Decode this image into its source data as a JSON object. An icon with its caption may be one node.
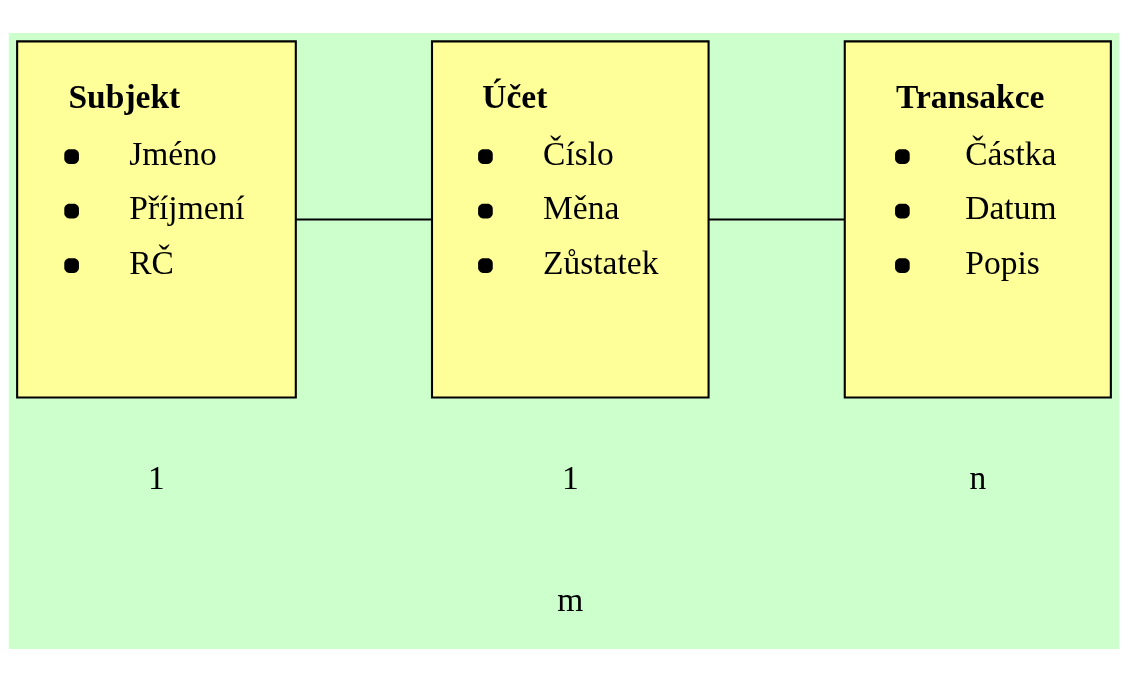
{
  "diagram": {
    "nodes": [
      {
        "text": [
          "Subjekt",
          "Jméno",
          "Příjmení",
          "RČ"
        ]
      },
      {
        "text": [
          "Účet",
          "Číslo",
          "Měna",
          "Zůstatek"
        ]
      },
      {
        "text": [
          "Transakce",
          "Částka",
          "Datum",
          "Popis"
        ]
      }
    ],
    "edges": [
      {
        "from": 0,
        "to": 1,
        "arrow": "none"
      },
      {
        "from": 1,
        "to": 2,
        "arrow": "none"
      }
    ],
    "labels": [
      "1",
      "m",
      "1",
      "n"
    ]
  }
}
